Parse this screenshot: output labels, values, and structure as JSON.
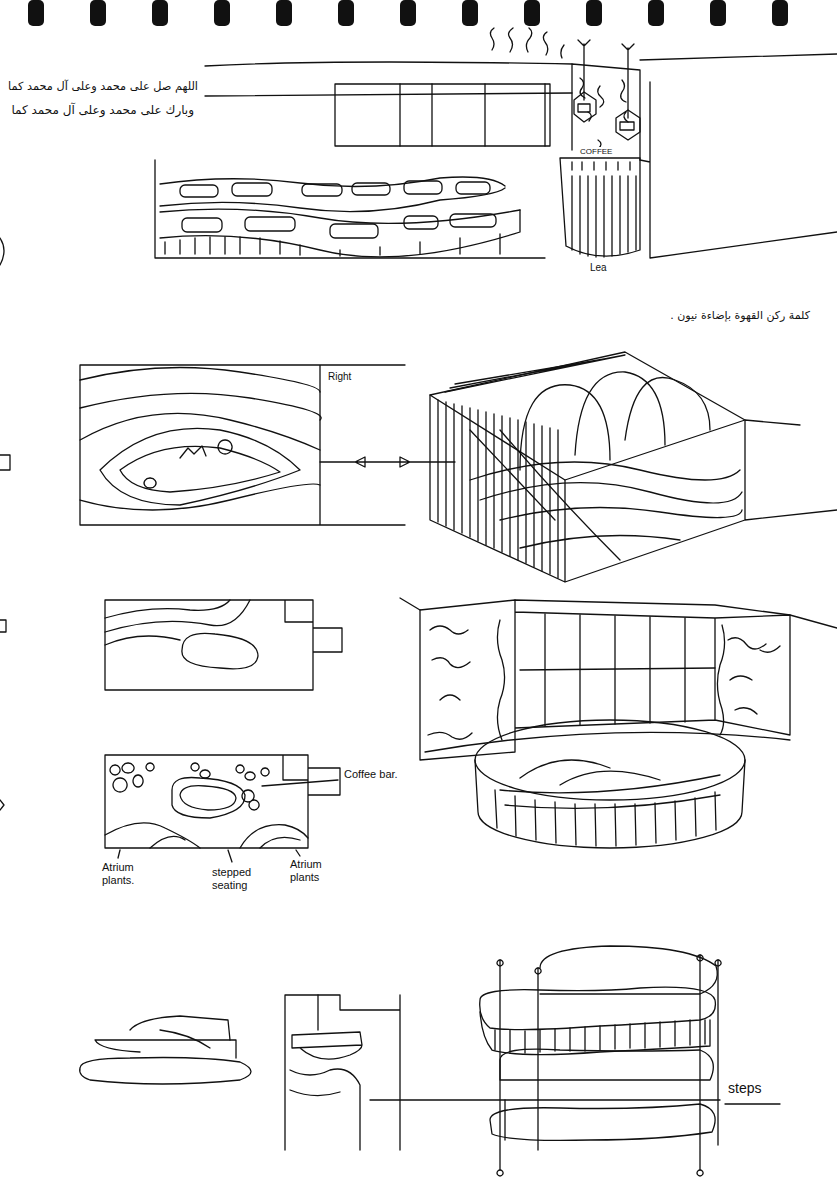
{
  "diagram": {
    "labels": [
      "اللهم صل على محمد وعلى آل محمد كما",
      "وبارك على محمد وعلى آل محمد كما",
      "COFFEE",
      "Lea",
      "كلمة ركن القهوة بإضاءة نيون .",
      "Right",
      "Coffee bar.",
      "Atrium plants.",
      "stepped seating",
      "Atrium plants",
      "steps"
    ]
  }
}
